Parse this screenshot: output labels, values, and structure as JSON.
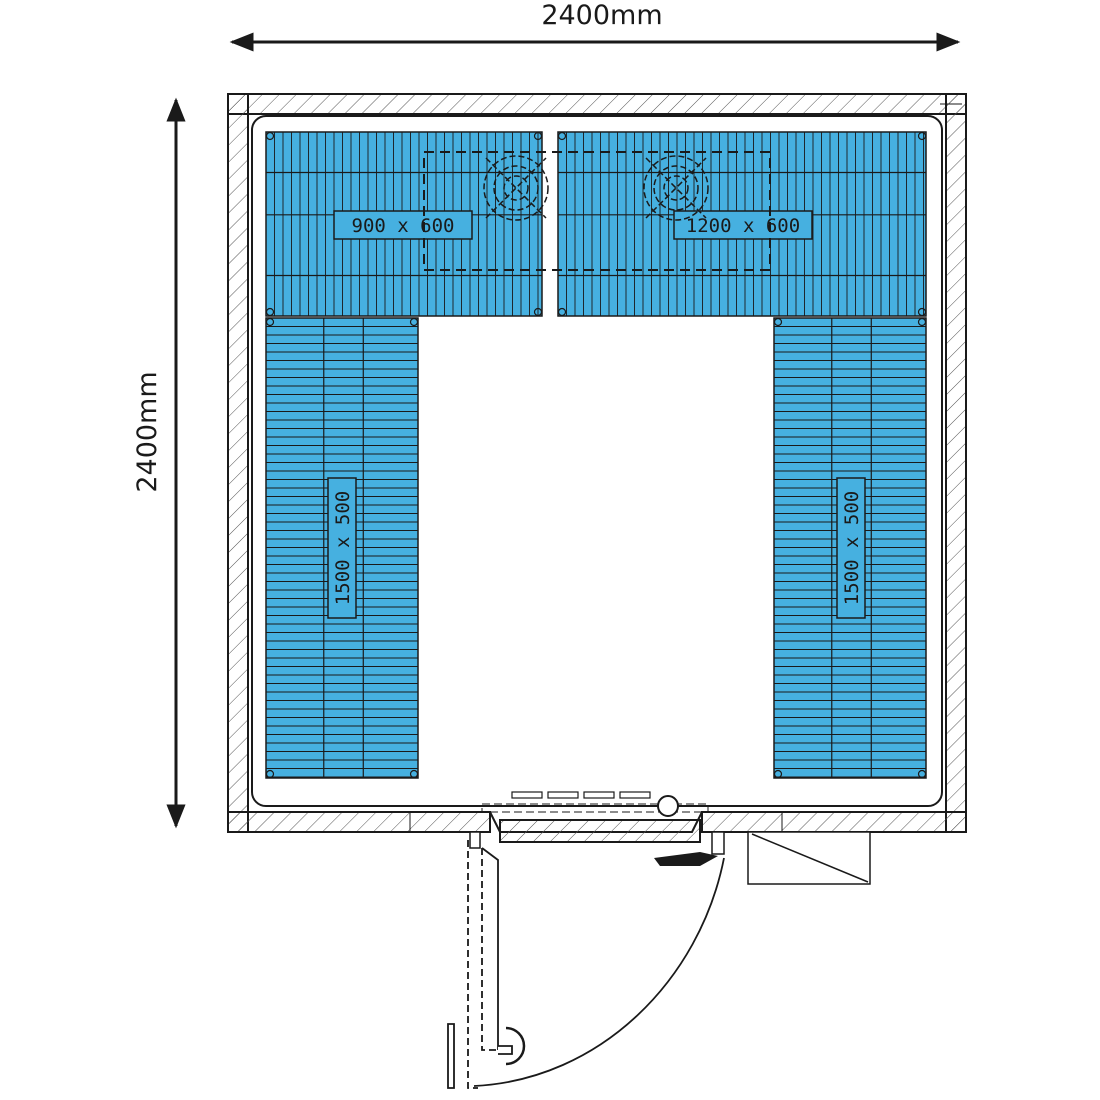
{
  "dimensions": {
    "width_label": "2400mm",
    "height_label": "2400mm"
  },
  "shelves": {
    "top_left": "900 x 600",
    "top_right": "1200 x 600",
    "left": "1500 x 500",
    "right": "1500 x 500"
  },
  "colors": {
    "shelf_fill": "#46b0e0",
    "line": "#1a1a1a",
    "wall_fill": "#ffffff"
  }
}
